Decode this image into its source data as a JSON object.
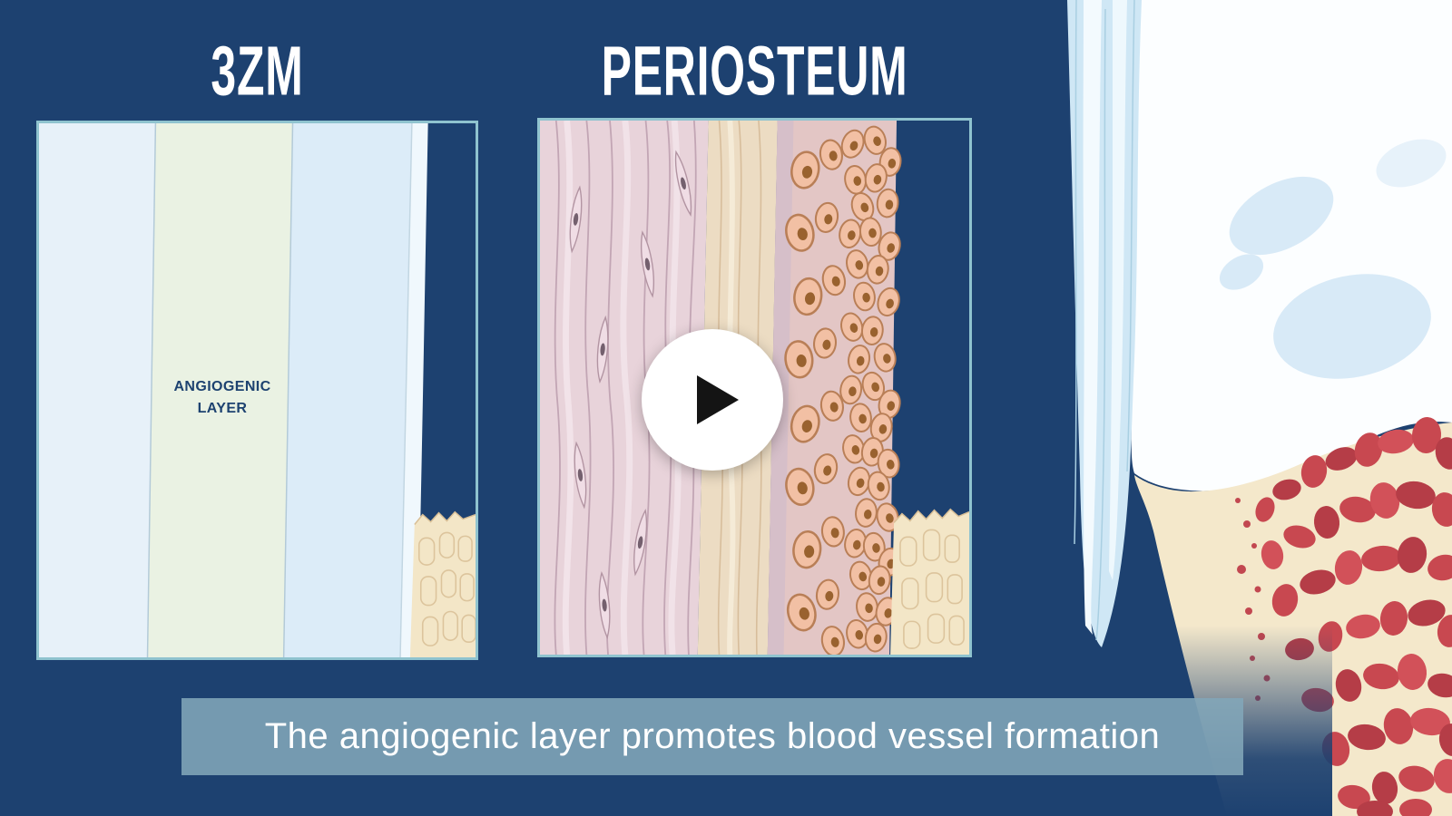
{
  "panels": [
    {
      "title": "3ZM",
      "label_line1": "ANGIOGENIC",
      "label_line2": "LAYER"
    },
    {
      "title": "PERIOSTEUM"
    }
  ],
  "caption": {
    "text": "The angiogenic layer promotes blood vessel formation"
  },
  "player": {
    "state": "paused",
    "icon": "play"
  },
  "icons": {
    "play": "css-triangle-right"
  },
  "colors": {
    "background": "#1d4170",
    "panel_border": "#8fc3cf",
    "caption_bar": "#82a6b8",
    "caption_text": "#ffffff",
    "title_text": "#ffffff",
    "angiogenic_stripe": "#eaf2e3",
    "label_text": "#1d4270",
    "bone_beige": "#f3e6c7",
    "marrow_red": "#c84850"
  }
}
